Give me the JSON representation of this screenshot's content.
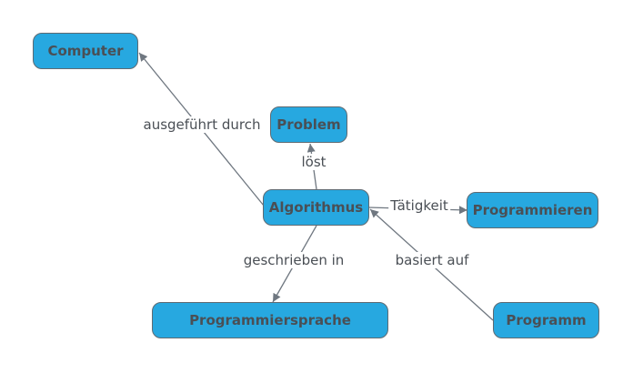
{
  "nodes": {
    "computer": "Computer",
    "problem": "Problem",
    "algorithmus": "Algorithmus",
    "programmieren": "Programmieren",
    "programmiersprache": "Programmiersprache",
    "programm": "Programm"
  },
  "edges": [
    {
      "from": "Algorithmus",
      "to": "Computer",
      "label": "ausgeführt durch"
    },
    {
      "from": "Algorithmus",
      "to": "Problem",
      "label": "löst"
    },
    {
      "from": "Algorithmus",
      "to": "Programmieren",
      "label": "Tätigkeit"
    },
    {
      "from": "Algorithmus",
      "to": "Programmiersprache",
      "label": "geschrieben in"
    },
    {
      "from": "Programm",
      "to": "Algorithmus",
      "label": "basiert auf"
    }
  ],
  "colors": {
    "node_fill": "#27a8e0",
    "node_border": "#5f6a72",
    "text": "#4a4f55",
    "edge": "#6f7780"
  }
}
